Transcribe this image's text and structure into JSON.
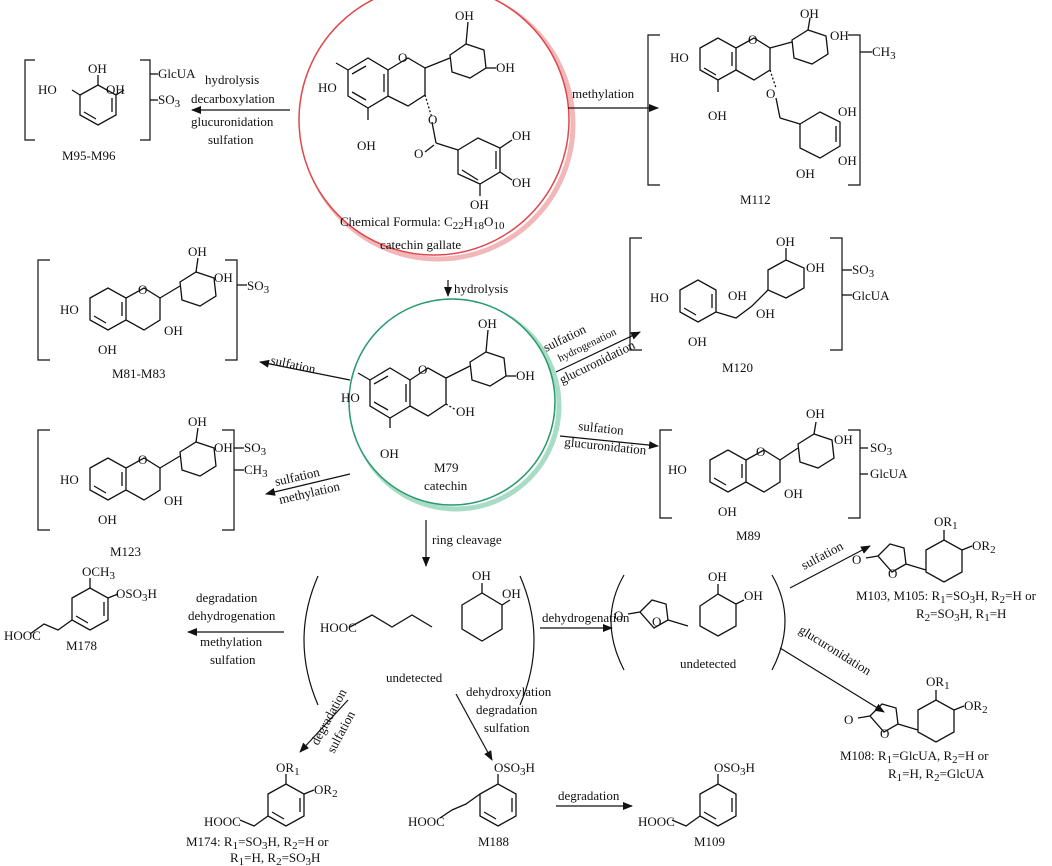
{
  "precursor": {
    "formula_label": "Chemical Formula: C",
    "formula_sub1": "22",
    "formula_h": "H",
    "formula_sub2": "18",
    "formula_o": "O",
    "formula_sub3": "10",
    "name": "catechin gallate",
    "ring_color": "#e0474c"
  },
  "catechin": {
    "id": "M79",
    "name": "catechin",
    "ring_color": "#2a9a6e"
  },
  "groups": {
    "oh": "OH",
    "ho": "HO",
    "so3": "SO",
    "so3_sub": "3",
    "glcua": "GlcUA",
    "ch3": "CH",
    "ch3_sub": "3",
    "hooc": "HOOC",
    "och3": "OCH",
    "oso3h": "OSO",
    "oso3h_tail": "H",
    "or1": "OR",
    "or2": "OR",
    "o": "O",
    "r1": "R",
    "r2": "R",
    "sub1": "1",
    "sub2": "2"
  },
  "reactions": {
    "hydrolysis": "hydrolysis",
    "decarboxylation": "decarboxylation",
    "glucuronidation": "glucuronidation",
    "sulfation": "sulfation",
    "methylation": "methylation",
    "hydrogenation": "hydrogenation",
    "ring_cleavage": "ring cleavage",
    "degradation": "degradation",
    "dehydrogenation": "dehydrogenation",
    "dehydroxylation": "dehydroxylation"
  },
  "metabolites": {
    "m95": "M95-M96",
    "m112": "M112",
    "m81": "M81-M83",
    "m120": "M120",
    "m123": "M123",
    "m89": "M89",
    "m178": "M178",
    "undetected1": "undetected",
    "undetected2": "undetected",
    "m103": "M103, M105: R",
    "m103_l1": "=SO",
    "m103_l1b": "H, R",
    "m103_l1c": "=H or",
    "m103_l2": "=SO",
    "m103_l2b": "H, R",
    "m103_l2c": "=H",
    "m108": "M108: R",
    "m108_l1": "=GlcUA, R",
    "m108_l1b": "=H or",
    "m108_l2": "=H, R",
    "m108_l2b": "=GlcUA",
    "m174": "M174: R",
    "m174_l1": "=SO",
    "m174_l1b": "H, R",
    "m174_l1c": "=H or",
    "m174_l2": "=H, R",
    "m174_l2b": "=SO",
    "m174_l2c": "H",
    "m188": "M188",
    "m109": "M109"
  }
}
